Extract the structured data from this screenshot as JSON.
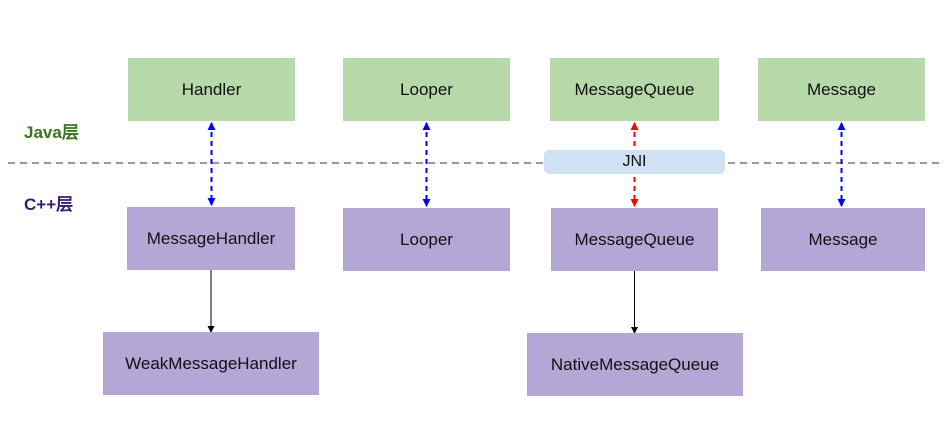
{
  "colors": {
    "java_fill": "#b7d8a8",
    "cpp_fill": "#b4a7d6",
    "jni_fill": "#cfe2f3",
    "java_label": "#38761d",
    "cpp_label": "#351c75",
    "blue_link": "#0000ff",
    "red_link": "#ff0000",
    "divider": "#333333",
    "solid_link": "#000000"
  },
  "layers": {
    "java_label": "Java层",
    "cpp_label": "C++层"
  },
  "jni_label": "JNI",
  "java_nodes": [
    {
      "id": "java-handler",
      "label": "Handler"
    },
    {
      "id": "java-looper",
      "label": "Looper"
    },
    {
      "id": "java-messagequeue",
      "label": "MessageQueue"
    },
    {
      "id": "java-message",
      "label": "Message"
    }
  ],
  "cpp_nodes": [
    {
      "id": "cpp-messagehandler",
      "label": "MessageHandler"
    },
    {
      "id": "cpp-looper",
      "label": "Looper"
    },
    {
      "id": "cpp-messagequeue",
      "label": "MessageQueue"
    },
    {
      "id": "cpp-message",
      "label": "Message"
    }
  ],
  "sub_nodes": [
    {
      "id": "weak-message-handler",
      "label": "WeakMessageHandler"
    },
    {
      "id": "native-message-queue",
      "label": "NativeMessageQueue"
    }
  ],
  "edges": [
    {
      "from": "java-handler",
      "to": "cpp-messagehandler",
      "style": "dashed",
      "color": "blue",
      "arrows": "both"
    },
    {
      "from": "java-looper",
      "to": "cpp-looper",
      "style": "dashed",
      "color": "blue",
      "arrows": "both"
    },
    {
      "from": "java-messagequeue",
      "to": "cpp-messagequeue",
      "style": "dashed",
      "color": "red",
      "arrows": "both"
    },
    {
      "from": "java-message",
      "to": "cpp-message",
      "style": "dashed",
      "color": "blue",
      "arrows": "both"
    },
    {
      "from": "cpp-messagehandler",
      "to": "weak-message-handler",
      "style": "solid",
      "color": "black",
      "arrows": "end"
    },
    {
      "from": "cpp-messagequeue",
      "to": "native-message-queue",
      "style": "solid",
      "color": "black",
      "arrows": "end"
    }
  ]
}
